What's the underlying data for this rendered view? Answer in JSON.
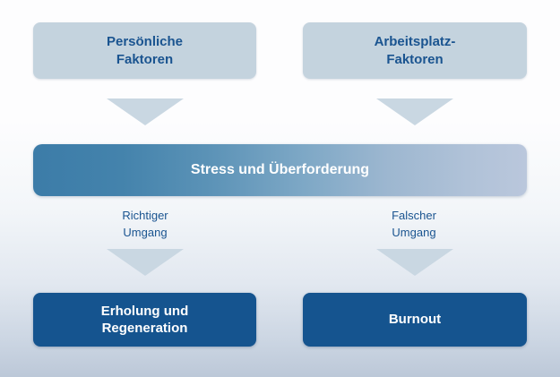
{
  "diagram": {
    "title": "Stress und Überforderung",
    "colors": {
      "factor_box_bg": "#c4d3de",
      "factor_box_text": "#1a5490",
      "stress_gradient_start": "#3c7ca8",
      "stress_gradient_end": "#bac7dc",
      "stress_text": "#ffffff",
      "outcome_box_bg": "#15548f",
      "outcome_box_text": "#ffffff",
      "arrow_fill": "#c9d7e2",
      "edge_label_text": "#1a5490",
      "background_top": "#fdfdfe",
      "background_bottom": "#bcc8d8"
    },
    "inputs": [
      {
        "id": "personal",
        "label": "Persönliche\nFaktoren"
      },
      {
        "id": "workplace",
        "label": "Arbeitsplatz-\nFaktoren"
      }
    ],
    "center": {
      "id": "stress",
      "label": "Stress und Überforderung"
    },
    "edge_labels": [
      {
        "id": "right-handling",
        "label": "Richtiger\nUmgang"
      },
      {
        "id": "wrong-handling",
        "label": "Falscher\nUmgang"
      }
    ],
    "outcomes": [
      {
        "id": "recovery",
        "label": "Erholung und\nRegeneration"
      },
      {
        "id": "burnout",
        "label": "Burnout"
      }
    ],
    "arrows": [
      {
        "id": "personal-to-stress",
        "icon": "arrow-down-icon"
      },
      {
        "id": "workplace-to-stress",
        "icon": "arrow-down-icon"
      },
      {
        "id": "stress-to-recovery",
        "icon": "arrow-down-icon"
      },
      {
        "id": "stress-to-burnout",
        "icon": "arrow-down-icon"
      }
    ]
  }
}
